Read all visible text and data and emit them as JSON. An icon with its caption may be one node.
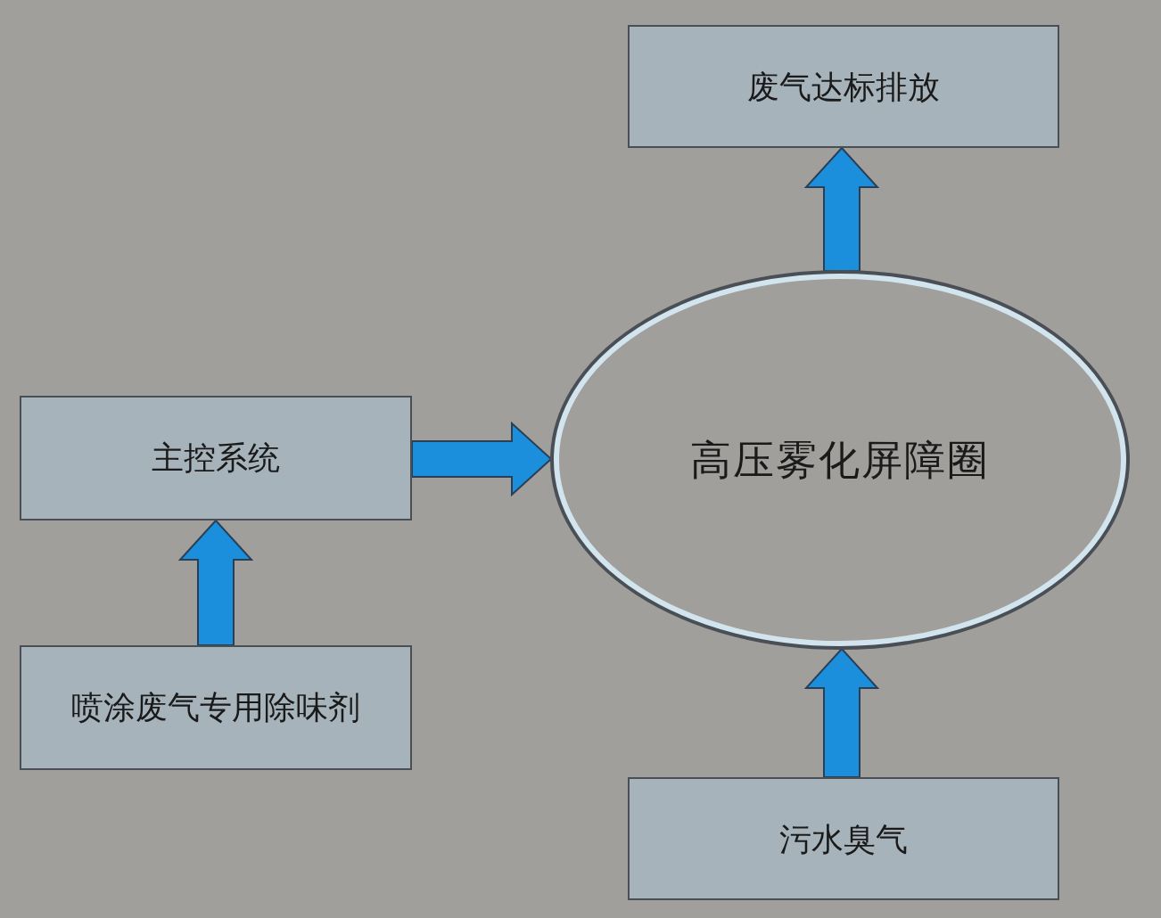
{
  "diagram": {
    "nodes": [
      {
        "text": [
          "废气达标排放"
        ]
      },
      {
        "text": [
          "高压雾化屏障圈"
        ]
      },
      {
        "text": [
          "主控系统"
        ]
      },
      {
        "text": [
          "喷涂废气专用除味剂"
        ]
      },
      {
        "text": [
          "污水臭气"
        ]
      }
    ],
    "edges": [
      {
        "from": 1,
        "to": 0,
        "arrow": "to"
      },
      {
        "from": 3,
        "to": 2,
        "arrow": "to"
      },
      {
        "from": 2,
        "to": 1,
        "arrow": "to"
      },
      {
        "from": 4,
        "to": 1,
        "arrow": "to"
      }
    ]
  }
}
